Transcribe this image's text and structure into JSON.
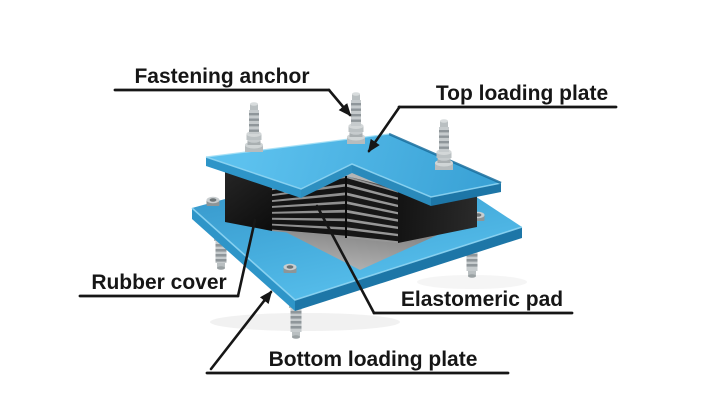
{
  "figure": {
    "background": "#ffffff",
    "labels": {
      "fastening_anchor": "Fastening anchor",
      "top_loading_plate": "Top loading plate",
      "rubber_cover": "Rubber cover",
      "elastomeric_pad": "Elastomeric pad",
      "bottom_loading_plate": "Bottom loading plate"
    },
    "colors": {
      "plate_blue_top": "#47b2e3",
      "plate_blue_side_light": "#2e95c8",
      "plate_blue_side_dark": "#1d76a7",
      "plate_edge_highlight": "#8ed5f3",
      "rubber_black": "#161616",
      "shim_gray": "#8f8f8f",
      "pad_floor_gray": "#9e9e9e",
      "pad_top_gray": "#b5b5b5",
      "anchor_silver": "#c6cbcd",
      "label_text": "#161616"
    }
  }
}
